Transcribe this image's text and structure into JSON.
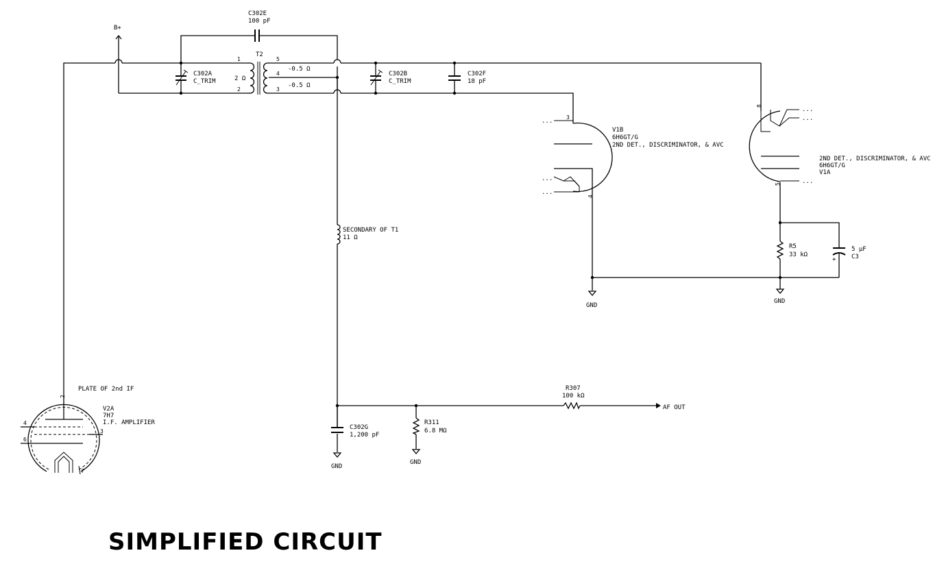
{
  "title": "SIMPLIFIED CIRCUIT",
  "labels": {
    "b_plus": "B+",
    "c302e_ref": "C302E",
    "c302e_val": "100 pF",
    "t2_ref": "T2",
    "t2_pin1": "1",
    "t2_pin2": "2",
    "t2_pin3": "3",
    "t2_pin4": "4",
    "t2_pin5": "5",
    "t2_primary_res": "2 Ω",
    "t2_sec_res_a": "-0.5 Ω",
    "t2_sec_res_b": "-0.5 Ω",
    "c302a_ref": "C302A",
    "c302a_val": "C_TRIM",
    "c302b_ref": "C302B",
    "c302b_val": "C_TRIM",
    "c302f_ref": "C302F",
    "c302f_val": "18 pF",
    "t1_label": "SECONDARY OF T1",
    "t1_val": "11 Ω",
    "v1b_ref": "V1B",
    "v1b_type": "6H6GT/G",
    "v1b_desc": "2ND DET., DISCRIMINATOR, & AVC",
    "v1b_pin3": "3",
    "v1b_pin4": "4",
    "v1a_desc": "2ND DET., DISCRIMINATOR, & AVC",
    "v1a_type": "6H6GT/G",
    "v1a_ref": "V1A",
    "v1a_pin8": "8",
    "v1a_pin5": "5",
    "r5_ref": "R5",
    "r5_val": "33 kΩ",
    "c3_val": "5 µF",
    "c3_ref": "C3",
    "c3_plus": "+",
    "gnd_v1b": "GND",
    "gnd_v1a": "GND",
    "plate_label": "PLATE OF 2nd IF",
    "v2a_ref": "V2A",
    "v2a_type": "7H7",
    "v2a_desc": "I.F. AMPLIFIER",
    "v2a_pin2": "2",
    "v2a_pin3": "3",
    "v2a_pin4": "4",
    "v2a_pin6": "6",
    "v2a_pin7": "7",
    "c302g_ref": "C302G",
    "c302g_val": "1,200 pF",
    "r311_ref": "R311",
    "r311_val": "6.8 MΩ",
    "r307_ref": "R307",
    "r307_val": "100 kΩ",
    "af_out": "AF OUT",
    "gnd_c302g": "GND",
    "gnd_r311": "GND",
    "dots_v1b_a": "...",
    "dots_v1b_b": "...",
    "dots_v1b_c": "...",
    "dots_v1a_a": "...",
    "dots_v1a_b": "...",
    "dots_v1a_c": "..."
  }
}
